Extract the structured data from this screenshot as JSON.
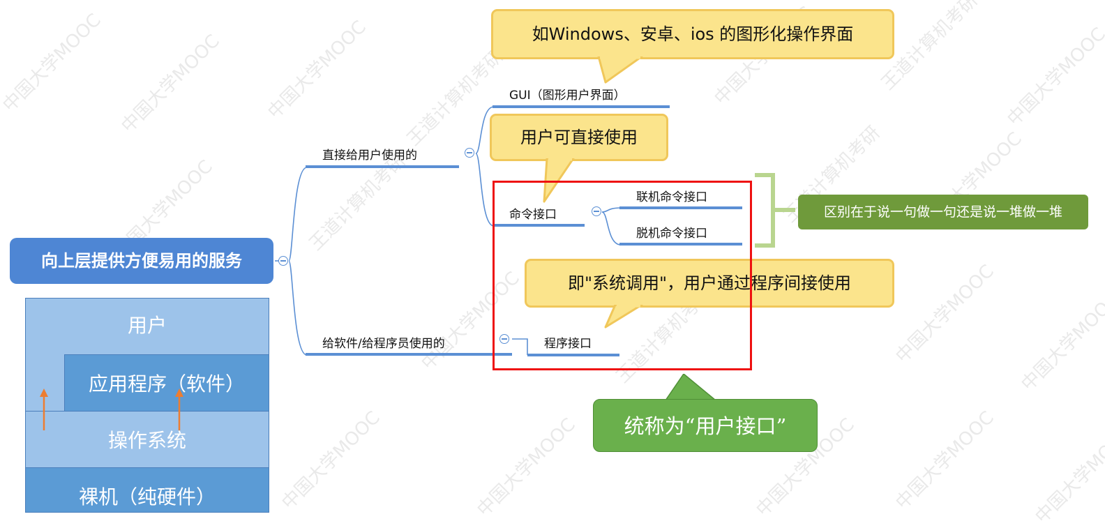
{
  "root": {
    "label": "向上层提供方便易用的服务"
  },
  "branches": {
    "direct": {
      "label": "直接给用户使用的"
    },
    "program": {
      "label": "给软件/给程序员使用的"
    }
  },
  "nodes": {
    "gui": "GUI（图形用户界面）",
    "command": "命令接口",
    "online": "联机命令接口",
    "offline": "脱机命令接口",
    "program_interface": "程序接口"
  },
  "callouts": {
    "gui": "如Windows、安卓、ios 的图形化操作界面",
    "command": "用户可直接使用",
    "program": "即\"系统调用\"，用户通过程序间接使用"
  },
  "note": "区别在于说一句做一句还是说一堆做一堆",
  "summary": "统称为“用户接口”",
  "layers": {
    "user": "用户",
    "app": "应用程序（软件）",
    "os": "操作系统",
    "hardware": "裸机（纯硬件）"
  },
  "colors": {
    "root": "#4e86d4",
    "line": "#5b8fd4",
    "callout_fill": "#fbe48c",
    "callout_border": "#f0c75a",
    "note_green": "#6f9a3b",
    "summary_green": "#6ab04c",
    "highlight_red": "#ee1111",
    "layer_light": "#9dc3ea",
    "layer_dark": "#5b9bd5",
    "arrow": "#ed7d31"
  },
  "watermarks": [
    "中国大学MOOC",
    "王道计算机考研"
  ]
}
